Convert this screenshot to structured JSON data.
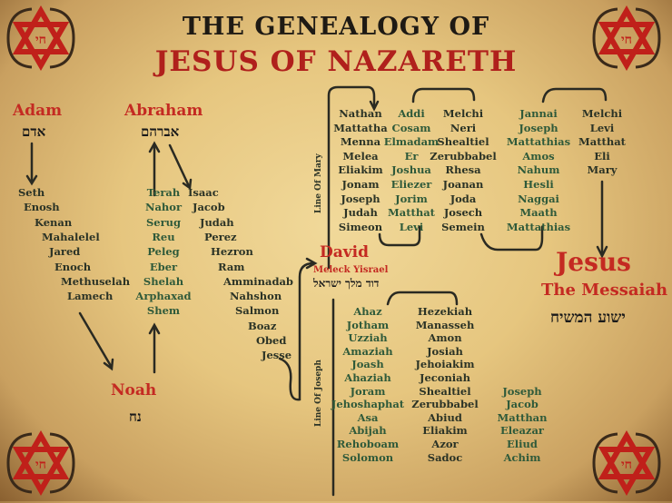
{
  "title": {
    "line1": "THE GENEALOGY OF",
    "line2": "JESUS OF NAZARETH"
  },
  "colors": {
    "accent_red": "#c42a22",
    "text_dark": "#2b3326",
    "text_green": "#2f5a3a",
    "parchment": "#e6c67f"
  },
  "corner_icons": [
    "star-of-david-icon",
    "star-of-david-icon",
    "star-of-david-icon",
    "star-of-david-icon"
  ],
  "adam": {
    "name": "Adam",
    "hebrew": "אדם",
    "descendants": [
      "Seth",
      "Enosh",
      "Kenan",
      "Mahalelel",
      "Jared",
      "Enoch",
      "Methuselah",
      "Lamech"
    ]
  },
  "abraham": {
    "name": "Abraham",
    "hebrew": "אברהם",
    "ancestors": [
      "Terah",
      "Nahor",
      "Serug",
      "Reu",
      "Peleg",
      "Eber",
      "Shelah",
      "Arphaxad",
      "Shem"
    ],
    "descendants": [
      "Isaac",
      "Jacob",
      "Judah",
      "Perez",
      "Hezron",
      "Ram",
      "Amminadab",
      "Nahshon",
      "Salmon",
      "Boaz",
      "Obed",
      "Jesse"
    ]
  },
  "noah": {
    "name": "Noah",
    "hebrew": "נח"
  },
  "david": {
    "name": "David",
    "subtitle": "Meleck Yisrael",
    "hebrew": "דוד מלך ישראל"
  },
  "line_of_mary": {
    "label": "Line Of Mary",
    "columns": [
      [
        "Nathan",
        "Mattatha",
        "Menna",
        "Melea",
        "Eliakim",
        "Jonam",
        "Joseph",
        "Judah",
        "Simeon"
      ],
      [
        "Addi",
        "Cosam",
        "Elmadam",
        "Er",
        "Joshua",
        "Eliezer",
        "Jorim",
        "Matthat",
        "Levi"
      ],
      [
        "Melchi",
        "Neri",
        "Shealtiel",
        "Zerubbabel",
        "Rhesa",
        "Joanan",
        "Joda",
        "Josech",
        "Semein"
      ],
      [
        "Jannai",
        "Joseph",
        "Mattathias",
        "Amos",
        "Nahum",
        "Hesli",
        "Naggai",
        "Maath",
        "Mattathias"
      ],
      [
        "Melchi",
        "Levi",
        "Matthat",
        "Eli",
        "Mary"
      ]
    ]
  },
  "line_of_joseph": {
    "label": "Line Of Joseph",
    "columns": [
      [
        "Ahaz",
        "Jotham",
        "Uzziah",
        "Amaziah",
        "Joash",
        "Ahaziah",
        "Joram",
        "Jehoshaphat",
        "Asa",
        "Abijah",
        "Rehoboam",
        "Solomon"
      ],
      [
        "Hezekiah",
        "Manasseh",
        "Amon",
        "Josiah",
        "Jehoiakim",
        "Jeconiah",
        "Shealtiel",
        "Zerubbabel",
        "Abiud",
        "Eliakim",
        "Azor",
        "Sadoc"
      ],
      [
        "Joseph",
        "Jacob",
        "Matthan",
        "Eleazar",
        "Eliud",
        "Achim"
      ]
    ]
  },
  "jesus": {
    "name": "Jesus",
    "subtitle": "The Messaiah",
    "hebrew": "ישוע המשיח"
  }
}
